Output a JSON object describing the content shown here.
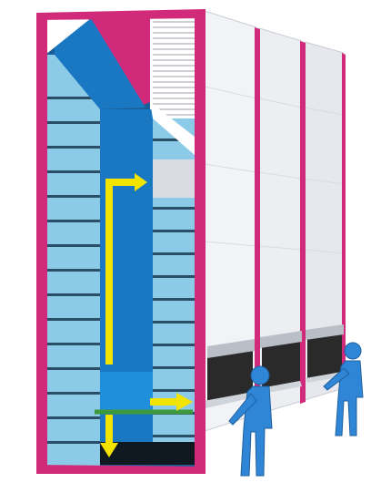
{
  "illustration": {
    "subject": "vertical-lift-module",
    "columns": 4,
    "access_openings": 3,
    "operators": 2
  },
  "colors": {
    "frame_magenta": "#d22a7a",
    "tray_light_blue": "#8ccbe8",
    "tray_dark_blue": "#1a78c2",
    "tray_edge": "#2b4f66",
    "arrow_yellow": "#f2e300",
    "rail_green": "#3c9a3c",
    "panel_white": "#f2f3f6",
    "panel_shade": "#dfe2e8",
    "person_blue": "#2f86d6",
    "opening_dark": "#2a2a2a"
  },
  "icons": {
    "up_arrow": "arrow-up-right-icon",
    "down_arrow": "arrow-down-icon",
    "right_arrow": "arrow-right-icon",
    "operator": "person-icon"
  }
}
